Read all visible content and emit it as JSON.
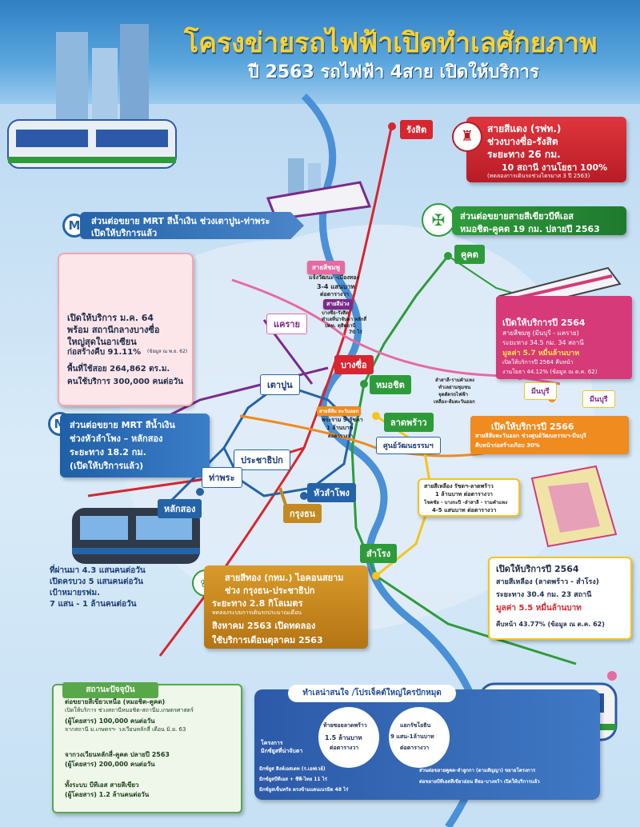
{
  "header": {
    "title": "โครงข่ายรถไฟฟ้าเปิดทำเลศักยภาพ",
    "subtitle": "ปี 2563  รถไฟฟ้า 4สาย เปิดให้บริการ"
  },
  "red_line": {
    "title": "สายสีแดง (รฟท.)",
    "segment": "ช่วงบางซื่อ-รังสิต",
    "distance": "ระยะทาง 26 กม.",
    "progress": "10 สถานี งานโยธา 100%",
    "note": "(ทดลองการเดินรถช่วงไตรมาส 3 ปี 2563)"
  },
  "green_line_ext": {
    "title": "ส่วนต่อขยายสายสีเขียวบีทีเอส",
    "detail": "หมอชิต-คูคต  19 กม. ปลายปี 2563"
  },
  "mrt_blue_north": {
    "title": "ส่วนต่อขยาย  MRT สีน้ำเงิน ช่วงเตาปูน-ท่าพระ",
    "status": "เปิดให้บริการแล้ว"
  },
  "bang_sue_box": {
    "open": "เปิดให้บริการ ม.ค. 64",
    "with": "พร้อม สถานีกลางบางซื่อ",
    "largest": "ใหญ่สุดในอาเซียน",
    "progress": "ก่อสร้างคืบ 91.11%",
    "progress_note": "(ข้อมูล ณ พ.ย. 62)",
    "area": "พื้นที่ใช้สอย 264,862 ตร.ม.",
    "capacity": "คนใช้บริการ 300,000 คนต่อวัน"
  },
  "mrt_blue_south": {
    "line1": "ส่วนต่อขยาย MRT สีน้ำเงิน",
    "line2": "ช่วงหัวลำโพง – หลักสอง",
    "line3": "ระยะทาง 18.2 กม.",
    "line4": "(เปิดให้บริการแล้ว)"
  },
  "ridership": {
    "line1": "ที่ผ่านมา 4.3 แสนคนต่อวัน",
    "line2": "เปิดครบวง 5 แสนคนต่อวัน",
    "line3": "เป้าหมายรฟม.",
    "line4": "7 แสน - 1 ล้านคนต่อวัน"
  },
  "pink_line": {
    "head": "เปิดให้บริการปี 2564",
    "l1": "สายสีชมพู (มีนบุรี - แคราย)",
    "l2": "ระยะทาง 34.5 กม. 34 สถานี",
    "l3": "มูลค่า 5.7 หมื่นล้านบาท",
    "l4": "เปิดให้บริการปี 2564  คืบหน้า",
    "l5": "งานโยธา 44.12% (ข้อมูล ณ ต.ค. 62)"
  },
  "orange_line": {
    "head": "เปิดให้บริการปี 2566",
    "l1": "สายสีส้มตะวันออก ช่วงศูนย์วัฒนธรรมฯ-มีนบุรี",
    "l2": "คืบหน้าก่อสร้างเกือบ 30%"
  },
  "yellow_note": {
    "l1": "สายสีเหลือง รัชดฯ-ลาดพร้าว",
    "l2": "1 ล้านบาท ต่อตารางวา",
    "l3": "โชคชัย - บางกะปิ -ลำสาลี - รามคำแหง",
    "l4": "4-5 แสนบาท ต่อตารางวา"
  },
  "yellow_line": {
    "head": "เปิดให้บริการปี 2564",
    "l1": "สายสีเหลือง (ลาดพร้าว - สำโรง)",
    "l2": "ระยะทาง 30.4 กม. 23 สถานี",
    "l3": "มูลค่า 5.5 หมื่นล้านบาท",
    "l4": "คืบหน้า 43.77% (ข้อมูล ณ ต.ค. 62)"
  },
  "gold_line": {
    "l1": "สายสีทอง (กทม.) ไอคอนสยาม",
    "l2": "ช่วง กรุงธน-ประชาธิปก",
    "l3": "ระยะทาง 2.8 กิโลเมตร",
    "l4": "ทดลองระบบการเดินรถประมาณเดือน",
    "l5": "สิงหาคม 2563 เปิดทดลอง",
    "l6": "ใช้บริการเดือนตุลาคม 2563"
  },
  "pink_note": {
    "title": "สายสีชมพู",
    "l1": "แจ้งวัฒนะ -เมืองทอง",
    "l2": "3-4 แสนบาท",
    "l3": "ต่อตารางวา"
  },
  "purple_note": {
    "title": "สายสีม่วง",
    "l1": "บางซื่อ-รังสิต",
    "l2": "ทำเลที่น่าจับตา  หลักสี่",
    "l3": "ปตท. ดุสิตธานี",
    "l4": "70 ไร่"
  },
  "orange_note": {
    "title": "สายสีส้ม ตะวันออก",
    "l1": "พระราม 9-รัชดา",
    "l2": "1 ล้านบาท",
    "l3": "ต่อตารางวา"
  },
  "east_note": {
    "l1": "ลำสาลี-รามคำแหง",
    "l2": "ทำเลย่านชุมชน",
    "l3": "จุดตัดรถไฟฟ้า",
    "l4": "เหลือง-ส้มตะวันออก"
  },
  "stations": {
    "rangsit": "รังสิต",
    "khukhot": "คูคต",
    "khlai": "แคราย",
    "taopoon": "เตาปูน",
    "bangsue": "บางซื่อ",
    "mochit": "หมอชิต",
    "ladprao": "ลาดพร้าว",
    "thailand_cultural": "ศูนย์วัฒนธรรมฯ",
    "minburi1": "มีนบุรี",
    "minburi2": "มีนบุรี",
    "prachathipok": "ประชาธิปก",
    "thapra": "ท่าพระ",
    "lakson": "หลักสอง",
    "hualamphong": "หัวลำโพง",
    "krungthon": "กรุงธน",
    "samrong": "สำโรง"
  },
  "status": {
    "head": "สถานะปัจจุบัน",
    "s1a": "ต่อขยายสีเขียวเหนือ (หมอชิต-คูคต)",
    "s1b": "เปิดให้บริการ ช่วงสถานีหมอชิต-สถานีม.เกษตรศาสตร์",
    "s1c": "(ผู้โดยสาร) 100,000 คนต่อวัน",
    "s1d": "จากสถานี ม.เกษตรฯ- วงเวียนหลักสี่ เดือน มิ.ย. 63",
    "s2a": "จากวงเวียนหลักสี่-คูคต  ปลายปี 2563",
    "s2b": "(ผู้โดยสาร) 200,000 คนต่อวัน",
    "s3a": "ทั้งระบบ บีทีเอส สายสีเขียว",
    "s3b": "(ผู้โดยสาร) 1.2 ล้านคนต่อวัน"
  },
  "promo": {
    "head": "ทำเลน่าสนใจ /โปรเจ็คต์ใหญ่ใครปักหมุด",
    "c1a": "ท้ายซอยลาดพร้าว",
    "c1b": "1.5 ล้านบาท",
    "c1c": "ต่อตารางวา",
    "c2a": "แยกรัชโยธิน",
    "c2b": "9 แสน-1ล้านบาท",
    "c2c": "ต่อตารางวา",
    "proj_label1": "โครงการ",
    "proj_label2": "มิกซ์ยูสที่น่าจับตา",
    "p1": "มิกซ์ยูส สิงห์เอสเตท (ร.เอฟเวย์)",
    "p2": "มิกซ์ยูสบีทีเอส + ซีพี-ไทย  11 ไร่",
    "p3": "มิกซ์ยูสเซ็นทรัล ตรงข้ามแดนเนรมิต 48 ไร่",
    "r1": "ส่วนต่อขยายคูคต-ลำลูกกา (ตามสัญญา) ขยายโครงการ",
    "r2": "ต่อขยายบีทีเอสสีเขียวอ่อน สีลม-บางหว้า เปิดให้บริการแล้ว"
  },
  "colors": {
    "red": "#d7262f",
    "green": "#2e9b3a",
    "blue": "#2563a8",
    "purple": "#7a2a8c",
    "pink": "#e76aa0",
    "orange": "#ef8b1f",
    "yellow": "#f4c41c",
    "gold": "#c48a22",
    "header_yellow": "#ffd12e"
  }
}
